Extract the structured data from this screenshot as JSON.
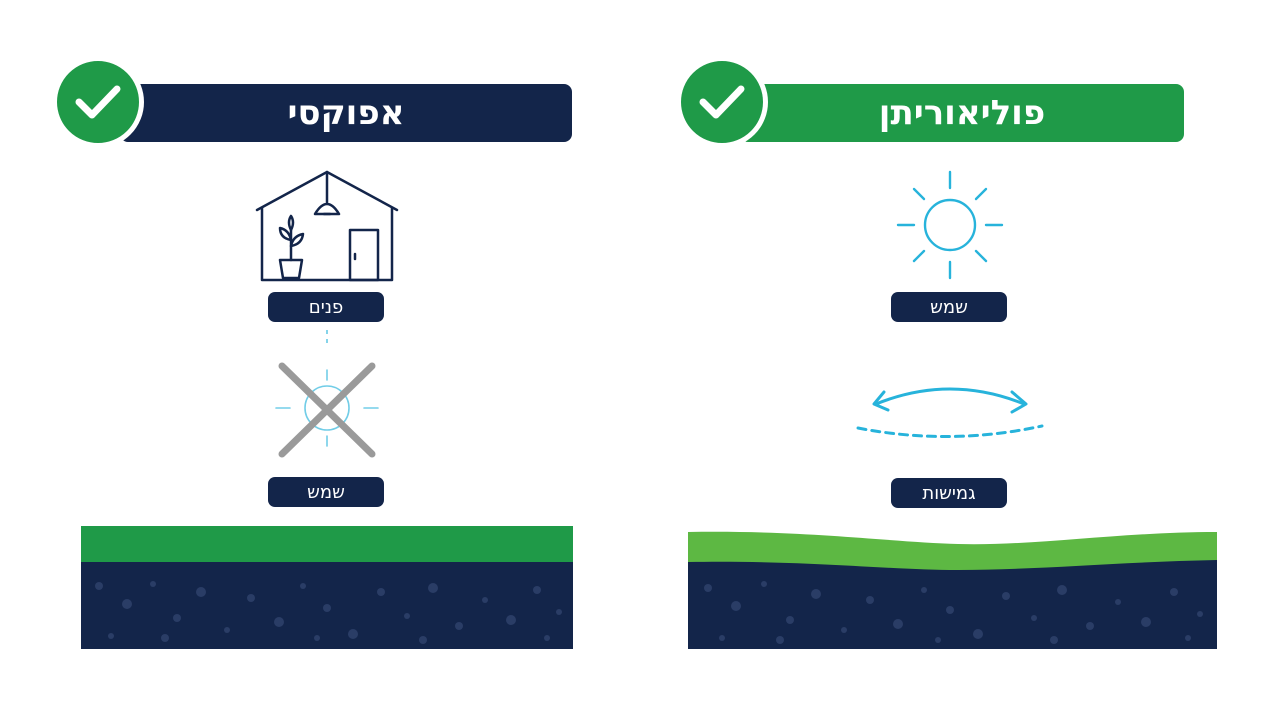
{
  "colors": {
    "navy": "#13254a",
    "green": "#1f9a48",
    "light_green": "#5db843",
    "cyan": "#27b3db",
    "gray": "#9a9a9a",
    "white": "#ffffff"
  },
  "left": {
    "title": "אפוקסי",
    "indoor_label": "פנים",
    "sun_label": "שמש",
    "icons": [
      "check-icon",
      "house-icon",
      "sun-crossed-icon"
    ]
  },
  "right": {
    "title": "פוליאוריתן",
    "sun_label": "שמש",
    "flex_label": "גמישות",
    "icons": [
      "check-icon",
      "sun-icon",
      "flex-arrow-icon"
    ]
  }
}
